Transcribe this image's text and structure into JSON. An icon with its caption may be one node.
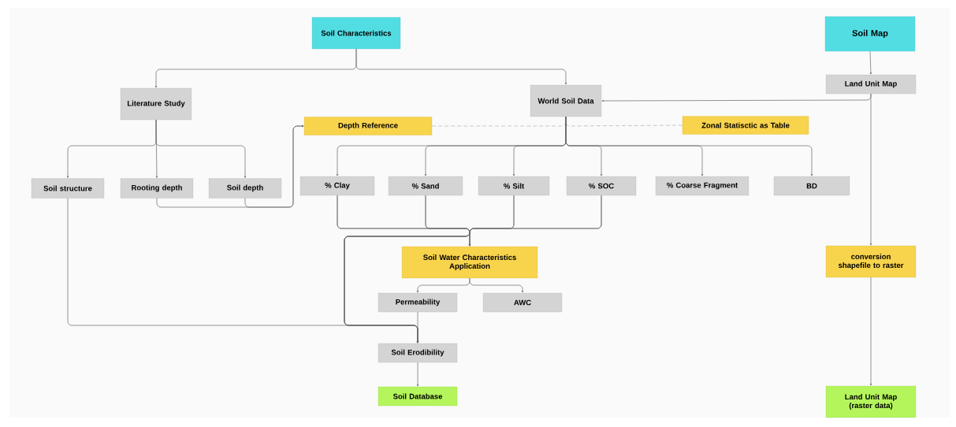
{
  "diagram": {
    "nodes": [
      {
        "text": [
          "Soil Characteristics"
        ]
      },
      {
        "text": [
          "Soil Map"
        ]
      },
      {
        "text": [
          "Literature Study"
        ]
      },
      {
        "text": [
          "World Soil Data"
        ]
      },
      {
        "text": [
          "Land Unit Map"
        ]
      },
      {
        "text": [
          "Depth Reference"
        ]
      },
      {
        "text": [
          "Zonal Statisctic as Table"
        ]
      },
      {
        "text": [
          "Soil structure"
        ]
      },
      {
        "text": [
          "Rooting depth"
        ]
      },
      {
        "text": [
          "Soil depth"
        ]
      },
      {
        "text": [
          "% Clay"
        ]
      },
      {
        "text": [
          "% Sand"
        ]
      },
      {
        "text": [
          "% Silt"
        ]
      },
      {
        "text": [
          "% SOC"
        ]
      },
      {
        "text": [
          "% Coarse Fragment"
        ]
      },
      {
        "text": [
          "BD"
        ]
      },
      {
        "text": [
          "Soil Water Characteristics Application"
        ]
      },
      {
        "text": [
          "Permeability"
        ]
      },
      {
        "text": [
          "AWC"
        ]
      },
      {
        "text": [
          "conversion shapefile to raster"
        ]
      },
      {
        "text": [
          "Soil Erodibility"
        ]
      },
      {
        "text": [
          "Soil Database"
        ]
      },
      {
        "text": [
          "Land Unit Map (raster data)"
        ]
      }
    ],
    "edges": [
      {
        "from": 0,
        "to": 2,
        "arrow": "to"
      },
      {
        "from": 0,
        "to": 3,
        "arrow": "to"
      },
      {
        "from": 1,
        "to": 4,
        "arrow": "to"
      },
      {
        "from": 4,
        "to": 3,
        "arrow": "to"
      },
      {
        "from": 4,
        "to": 19,
        "arrow": "to"
      },
      {
        "from": 19,
        "to": 22,
        "arrow": "to"
      },
      {
        "from": 2,
        "to": 7,
        "arrow": "to"
      },
      {
        "from": 2,
        "to": 8,
        "arrow": "to"
      },
      {
        "from": 2,
        "to": 9,
        "arrow": "to"
      },
      {
        "from": 8,
        "to": 5,
        "arrow": "to"
      },
      {
        "from": 9,
        "to": 5,
        "arrow": "to"
      },
      {
        "from": 5,
        "to": 3,
        "arrow": "none",
        "style": "dashed",
        "color": "#b0b0b0"
      },
      {
        "from": 6,
        "to": 3,
        "arrow": "none",
        "style": "dashed",
        "color": "#b0b0b0"
      },
      {
        "from": 3,
        "to": 10,
        "arrow": "to"
      },
      {
        "from": 3,
        "to": 11,
        "arrow": "to"
      },
      {
        "from": 3,
        "to": 12,
        "arrow": "to"
      },
      {
        "from": 3,
        "to": 13,
        "arrow": "to"
      },
      {
        "from": 3,
        "to": 14,
        "arrow": "to"
      },
      {
        "from": 3,
        "to": 15,
        "arrow": "to"
      },
      {
        "from": 10,
        "to": 16,
        "arrow": "to"
      },
      {
        "from": 11,
        "to": 16,
        "arrow": "to"
      },
      {
        "from": 12,
        "to": 16,
        "arrow": "to"
      },
      {
        "from": 13,
        "to": 16,
        "arrow": "to"
      },
      {
        "from": 7,
        "to": 20,
        "arrow": "to"
      },
      {
        "from": 16,
        "to": 17,
        "arrow": "to"
      },
      {
        "from": 16,
        "to": 18,
        "arrow": "to"
      },
      {
        "from": 17,
        "to": 20,
        "arrow": "to"
      },
      {
        "from": 20,
        "to": 21,
        "arrow": "to"
      },
      {
        "from": 10,
        "to": 20,
        "arrow": "to"
      },
      {
        "from": 11,
        "to": 20,
        "arrow": "to"
      },
      {
        "from": 12,
        "to": 20,
        "arrow": "to"
      },
      {
        "from": 13,
        "to": 20,
        "arrow": "to"
      }
    ]
  }
}
